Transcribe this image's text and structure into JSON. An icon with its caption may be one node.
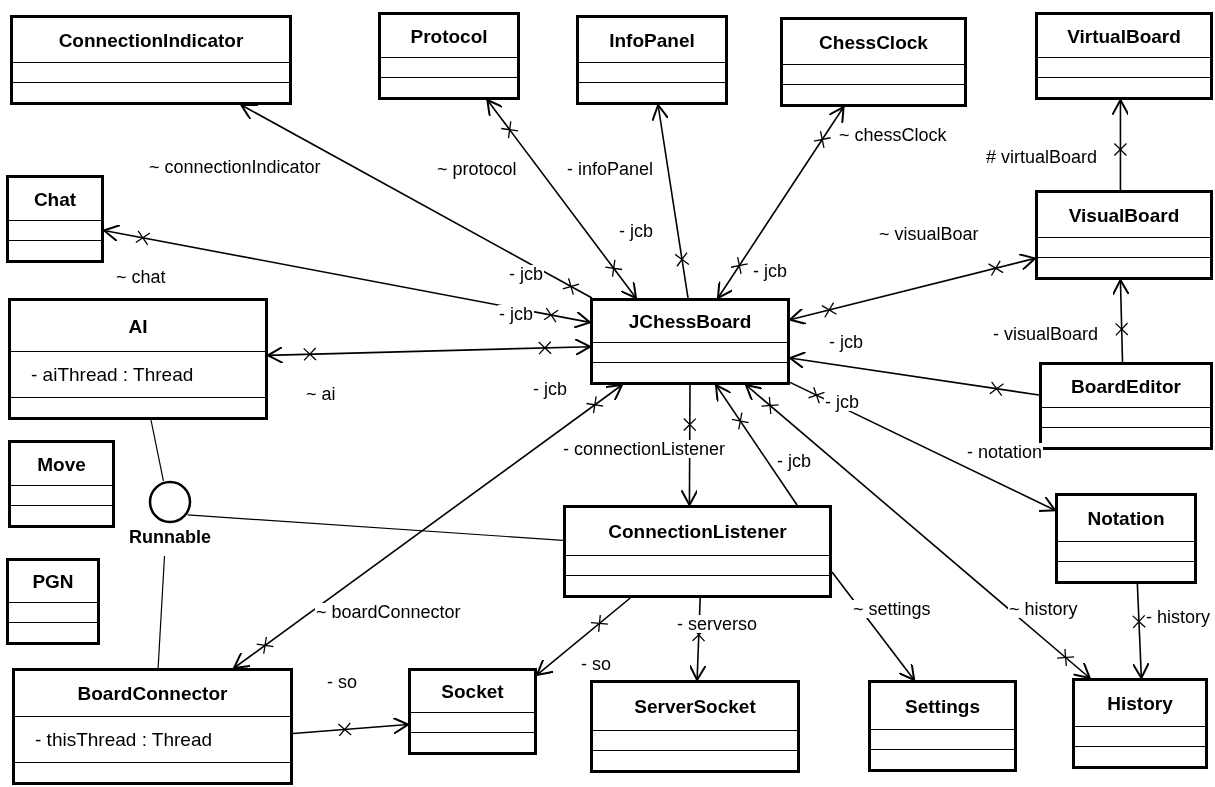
{
  "diagram": {
    "nodes": [
      {
        "text": [
          "ConnectionIndicator"
        ]
      },
      {
        "text": [
          "Protocol"
        ]
      },
      {
        "text": [
          "InfoPanel"
        ]
      },
      {
        "text": [
          "ChessClock"
        ]
      },
      {
        "text": [
          "VirtualBoard"
        ]
      },
      {
        "text": [
          "Chat"
        ]
      },
      {
        "text": [
          "VisualBoard"
        ]
      },
      {
        "text": [
          "AI",
          "- aiThread : Thread"
        ]
      },
      {
        "text": [
          "JChessBoard"
        ]
      },
      {
        "text": [
          "BoardEditor"
        ]
      },
      {
        "text": [
          "Move"
        ]
      },
      {
        "text": [
          "Runnable"
        ]
      },
      {
        "text": [
          "PGN"
        ]
      },
      {
        "text": [
          "ConnectionListener"
        ]
      },
      {
        "text": [
          "Notation"
        ]
      },
      {
        "text": [
          "BoardConnector",
          "- thisThread : Thread"
        ]
      },
      {
        "text": [
          "Socket"
        ]
      },
      {
        "text": [
          "ServerSocket"
        ]
      },
      {
        "text": [
          "Settings"
        ]
      },
      {
        "text": [
          "History"
        ]
      }
    ],
    "edges": [
      {
        "from": 8,
        "to": 0,
        "arrow": "to",
        "label": "~ connectionIndicator"
      },
      {
        "from": 8,
        "to": 1,
        "arrow": "both",
        "label": "~ protocol"
      },
      {
        "from": 8,
        "to": 2,
        "arrow": "to",
        "label": "- infoPanel"
      },
      {
        "from": 8,
        "to": 3,
        "arrow": "both",
        "label": "~ chessClock"
      },
      {
        "from": 6,
        "to": 4,
        "arrow": "to",
        "label": "# virtualBoard"
      },
      {
        "from": 8,
        "to": 5,
        "arrow": "both",
        "label": "~ chat"
      },
      {
        "from": 8,
        "to": 6,
        "arrow": "both",
        "label": "~ visualBoar"
      },
      {
        "from": 9,
        "to": 6,
        "arrow": "to",
        "label": "- visualBoard"
      },
      {
        "from": 8,
        "to": 7,
        "arrow": "both",
        "label": "~ ai"
      },
      {
        "from": 9,
        "to": 8,
        "arrow": "to",
        "label": "- jcb"
      },
      {
        "from": 11,
        "to": 7,
        "arrow": "none"
      },
      {
        "from": 11,
        "to": 13,
        "arrow": "none"
      },
      {
        "from": 11,
        "to": 15,
        "arrow": "none"
      },
      {
        "from": 8,
        "to": 15,
        "arrow": "both",
        "label": "~ boardConnector"
      },
      {
        "from": 8,
        "to": 13,
        "arrow": "to",
        "label": "- connectionListener"
      },
      {
        "from": 13,
        "to": 8,
        "arrow": "to",
        "label": "- jcb"
      },
      {
        "from": 8,
        "to": 19,
        "arrow": "both",
        "label": "~ history"
      },
      {
        "from": 8,
        "to": 14,
        "arrow": "to",
        "label": "- notation"
      },
      {
        "from": 14,
        "to": 19,
        "arrow": "to",
        "label": "- history"
      },
      {
        "from": 13,
        "to": 16,
        "arrow": "to",
        "label": "- so"
      },
      {
        "from": 13,
        "to": 17,
        "arrow": "to",
        "label": "- serverso"
      },
      {
        "from": 13,
        "to": 18,
        "arrow": "to",
        "label": "~ settings"
      },
      {
        "from": 15,
        "to": 16,
        "arrow": "to",
        "label": "- so"
      }
    ],
    "labels": [
      "- jcb",
      "- jcb",
      "- jcb",
      "- jcb",
      "- jcb",
      "- jcb"
    ]
  }
}
